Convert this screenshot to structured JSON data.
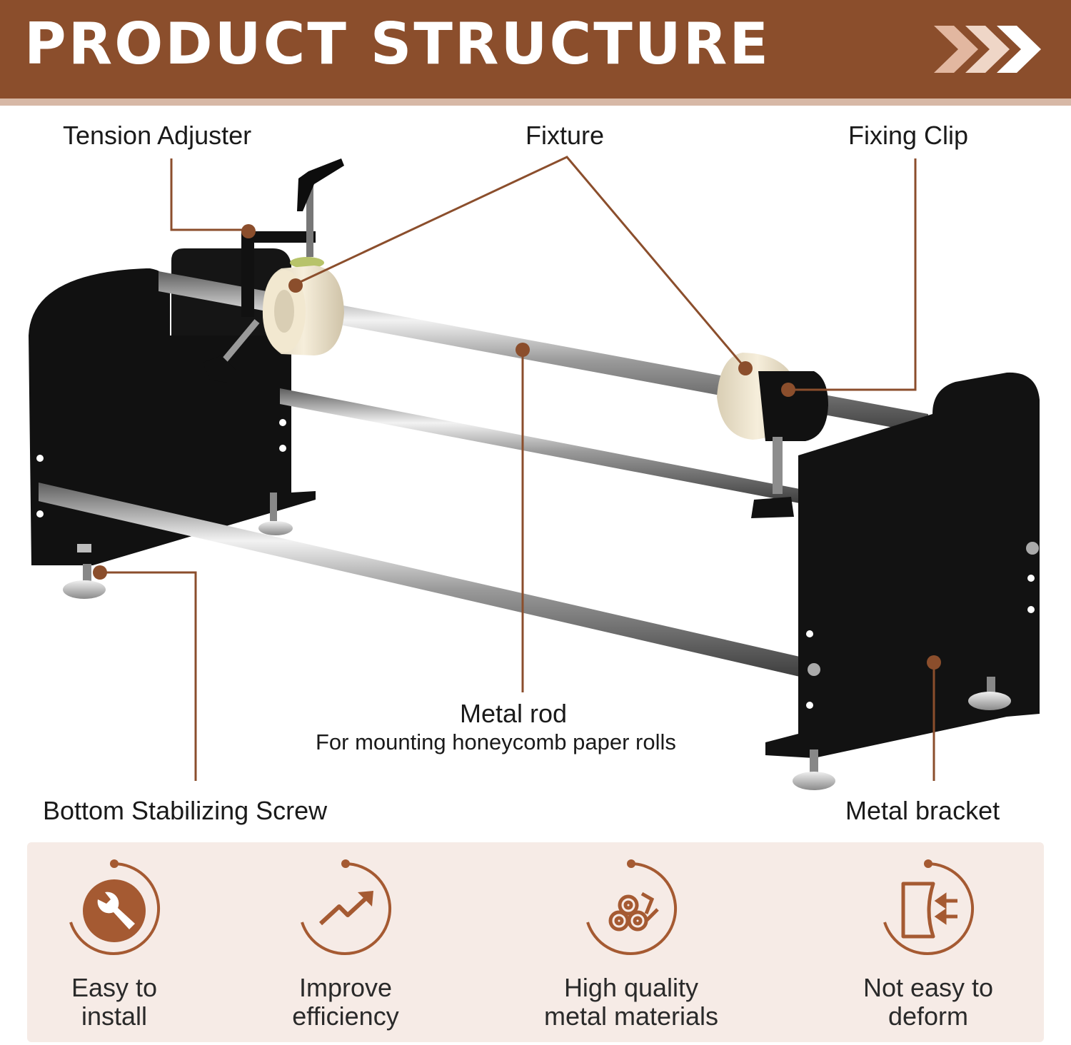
{
  "header": {
    "title": "PRODUCT STRUCTURE"
  },
  "callouts": {
    "tension_adjuster": "Tension Adjuster",
    "fixture": "Fixture",
    "fixing_clip": "Fixing Clip",
    "metal_rod": "Metal rod",
    "metal_rod_sub": "For mounting honeycomb paper rolls",
    "bottom_screw": "Bottom Stabilizing Screw",
    "metal_bracket": "Metal bracket"
  },
  "features": [
    {
      "line1": "Easy to",
      "line2": "install",
      "icon": "wrench-icon"
    },
    {
      "line1": "Improve",
      "line2": "efficiency",
      "icon": "trend-up-icon"
    },
    {
      "line1": "High quality",
      "line2": "metal materials",
      "icon": "rolls-icon"
    },
    {
      "line1": "Not easy to",
      "line2": "deform",
      "icon": "compress-icon"
    }
  ],
  "colors": {
    "brand": "#8b4e2c",
    "accent_light": "#d7b8a6",
    "panel_bg": "#f6ebe6",
    "icon": "#a55a32"
  }
}
